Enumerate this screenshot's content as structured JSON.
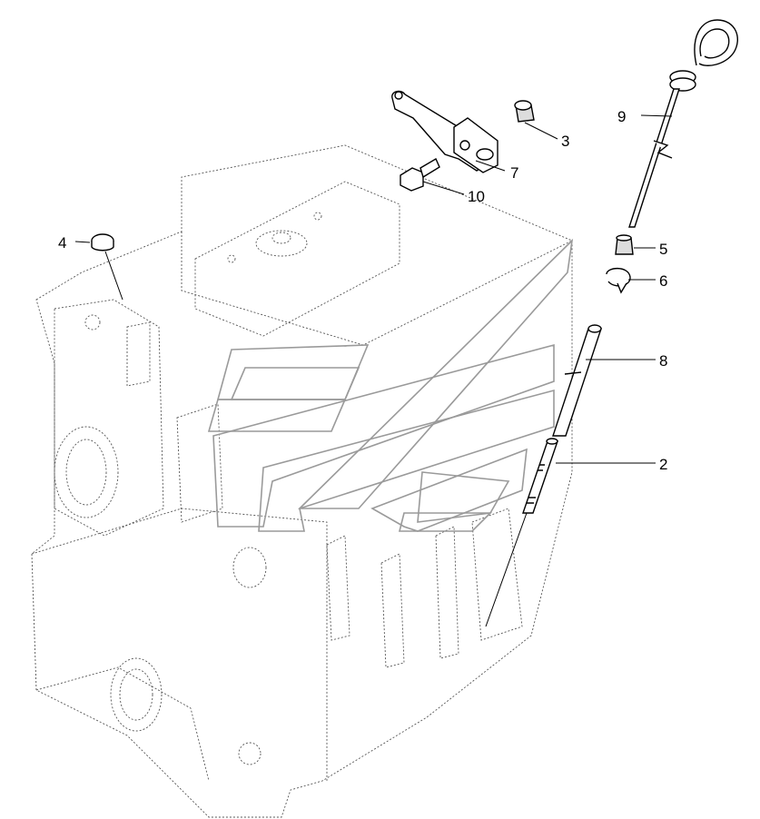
{
  "callouts": [
    {
      "id": "c2",
      "label": "2"
    },
    {
      "id": "c3",
      "label": "3"
    },
    {
      "id": "c4",
      "label": "4"
    },
    {
      "id": "c5",
      "label": "5"
    },
    {
      "id": "c6",
      "label": "6"
    },
    {
      "id": "c7",
      "label": "7"
    },
    {
      "id": "c8",
      "label": "8"
    },
    {
      "id": "c9",
      "label": "9"
    },
    {
      "id": "c10",
      "label": "10"
    }
  ]
}
